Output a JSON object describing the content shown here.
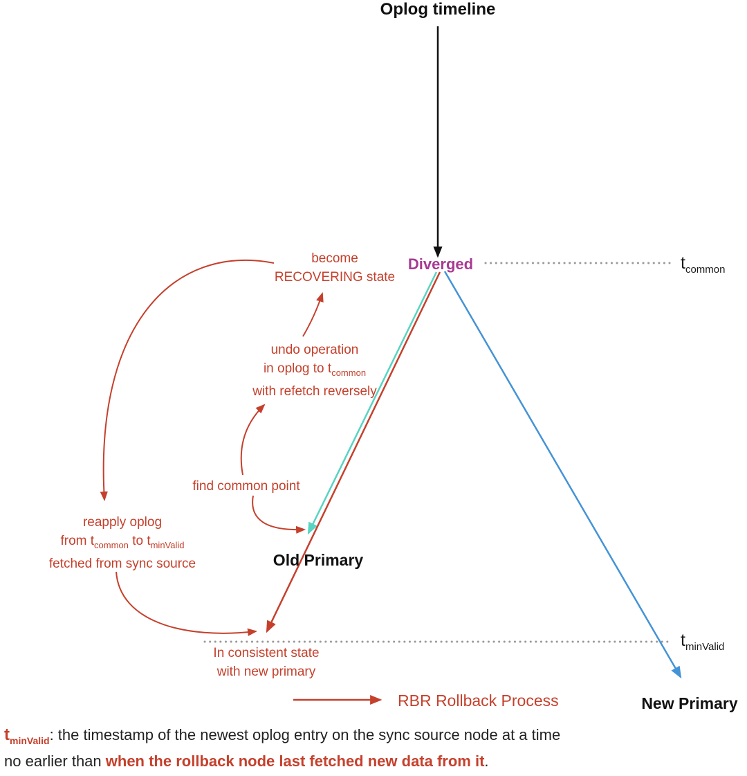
{
  "title": "Oplog timeline",
  "nodes": {
    "diverged": "Diverged",
    "old_primary": "Old Primary",
    "new_primary": "New Primary"
  },
  "axis": {
    "t_common_base": "t",
    "t_common_sub": "common",
    "t_minvalid_base": "t",
    "t_minvalid_sub": "minValid"
  },
  "annotations": {
    "become": {
      "line1": "become",
      "line2": "RECOVERING state"
    },
    "undo": {
      "line1": "undo operation",
      "line2_a": "in oplog to t",
      "line2_sub": "common",
      "line3": "with refetch reversely"
    },
    "find": {
      "line1": "find common point"
    },
    "reapply": {
      "line1": "reapply oplog",
      "line2_a": "from t",
      "line2_sub1": "common",
      "line2_b": " to t",
      "line2_sub2": "minValid",
      "line3": "fetched from sync source"
    },
    "consistent": {
      "line1": "In consistent state",
      "line2": "with new primary"
    }
  },
  "legend": {
    "label": "RBR Rollback Process"
  },
  "caption": {
    "term_base": "t",
    "term_sub": "minValid",
    "line1_rest": ": the timestamp of the newest oplog entry on the sync source node at a time",
    "line2_a": "no earlier than ",
    "line2_red": "when the rollback node last fetched new data from it",
    "line2_end": "."
  },
  "colors": {
    "rollback_red": "#c5402c",
    "sync_cyan": "#57d4c2",
    "new_primary_blue": "#4493d6",
    "diverged_purple": "#a83a92",
    "timeline_black": "#111111",
    "dotted_gray": "#999999"
  }
}
